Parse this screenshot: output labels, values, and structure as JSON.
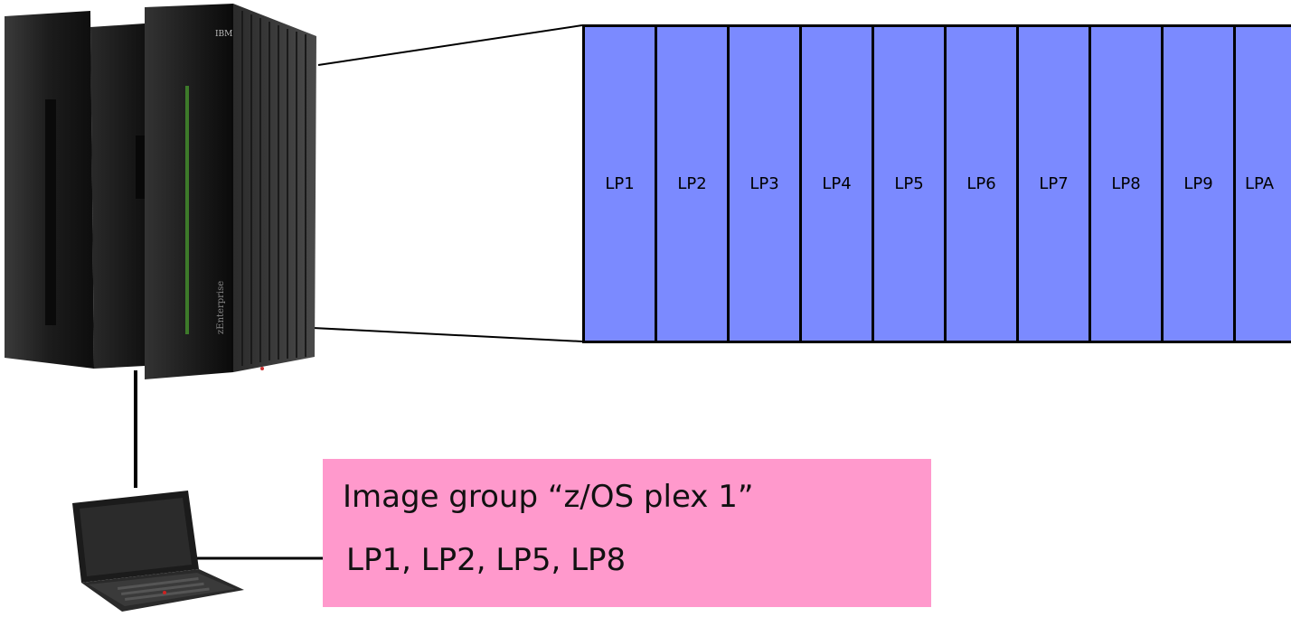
{
  "mainframe": {
    "brand": "IBM",
    "model": "zEnterprise"
  },
  "lpars": [
    "LP1",
    "LP2",
    "LP3",
    "LP4",
    "LP5",
    "LP6",
    "LP7",
    "LP8",
    "LP9",
    "LPA"
  ],
  "colors": {
    "lpar_fill": "#7b8aff",
    "callout_fill": "#ff99cc",
    "mainframe_body": "#1a1a1a"
  },
  "image_group": {
    "title": "Image group “z/OS plex 1”",
    "members": "LP1, LP2, LP5, LP8"
  }
}
